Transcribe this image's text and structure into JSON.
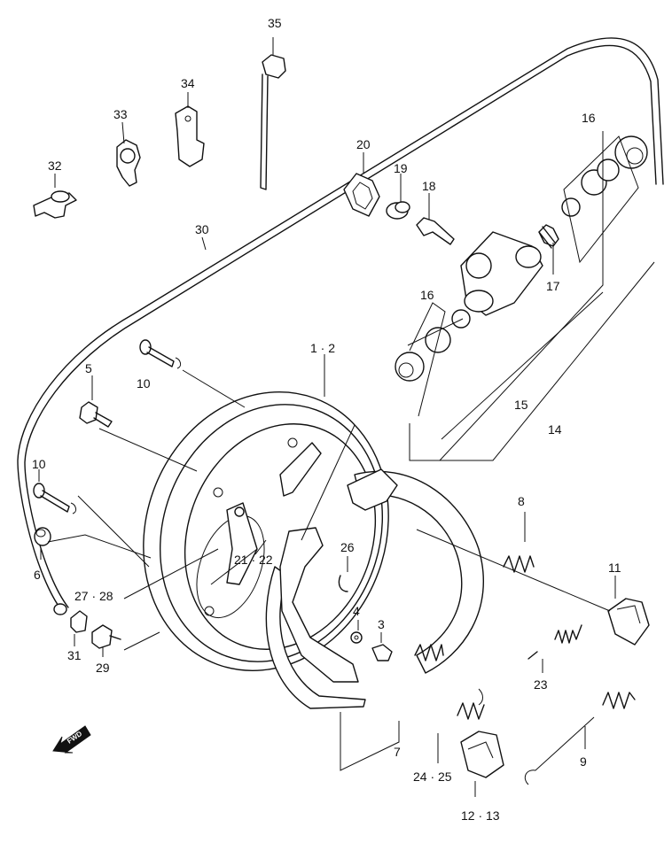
{
  "diagram": {
    "parts": [
      {
        "id": "p35",
        "label": "35"
      },
      {
        "id": "p34",
        "label": "34"
      },
      {
        "id": "p33",
        "label": "33"
      },
      {
        "id": "p32",
        "label": "32"
      },
      {
        "id": "p30",
        "label": "30"
      },
      {
        "id": "p20",
        "label": "20"
      },
      {
        "id": "p19",
        "label": "19"
      },
      {
        "id": "p18",
        "label": "18"
      },
      {
        "id": "p16a",
        "label": "16"
      },
      {
        "id": "p16b",
        "label": "16"
      },
      {
        "id": "p17",
        "label": "17"
      },
      {
        "id": "p15",
        "label": "15"
      },
      {
        "id": "p14",
        "label": "14"
      },
      {
        "id": "p12",
        "label": "1 · 2"
      },
      {
        "id": "p10a",
        "label": "10"
      },
      {
        "id": "p5",
        "label": "5"
      },
      {
        "id": "p10b",
        "label": "10"
      },
      {
        "id": "p6",
        "label": "6"
      },
      {
        "id": "p2122",
        "label": "21 · 22"
      },
      {
        "id": "p2728",
        "label": "27 · 28"
      },
      {
        "id": "p26",
        "label": "26"
      },
      {
        "id": "p8",
        "label": "8"
      },
      {
        "id": "p11",
        "label": "11"
      },
      {
        "id": "p4",
        "label": "4"
      },
      {
        "id": "p3",
        "label": "3"
      },
      {
        "id": "p31",
        "label": "31"
      },
      {
        "id": "p29",
        "label": "29"
      },
      {
        "id": "p23",
        "label": "23"
      },
      {
        "id": "p7",
        "label": "7"
      },
      {
        "id": "p9",
        "label": "9"
      },
      {
        "id": "p2425",
        "label": "24 · 25"
      },
      {
        "id": "p1213",
        "label": "12 · 13"
      }
    ],
    "fwd_label": "FWD"
  }
}
